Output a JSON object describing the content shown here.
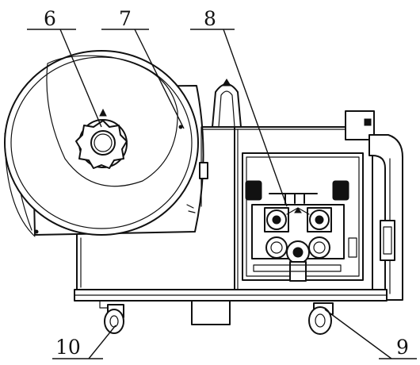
{
  "callouts": [
    {
      "id": "6",
      "label": "6"
    },
    {
      "id": "7",
      "label": "7"
    },
    {
      "id": "8",
      "label": "8"
    },
    {
      "id": "9",
      "label": "9"
    },
    {
      "id": "10",
      "label": "10"
    }
  ]
}
